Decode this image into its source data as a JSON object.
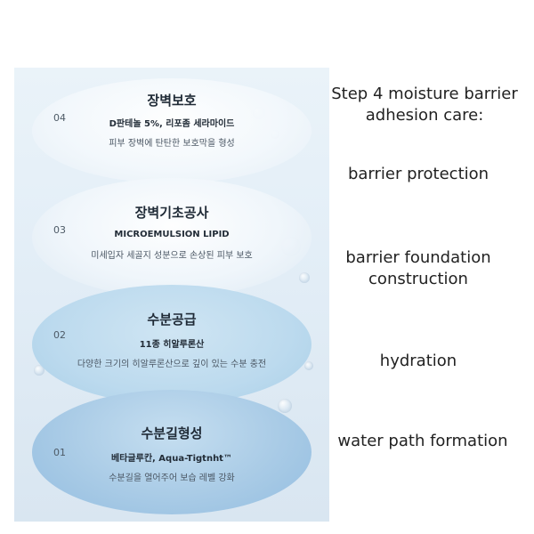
{
  "steps": [
    {
      "num": "04",
      "title": "장벽보호",
      "subtitle": "D판테놀 5%, 리포좀 세라마이드",
      "desc": "피부 장벽에 탄탄한 보호막을 형성"
    },
    {
      "num": "03",
      "title": "장벽기초공사",
      "subtitle": "MICROEMULSION LIPID",
      "desc": "미세입자 세골지 성분으로 손상된 피부 보호"
    },
    {
      "num": "02",
      "title": "수분공급",
      "subtitle": "11종 히알루론산",
      "desc": "다양한 크기의 히알루론산으로 깊이 있는 수분 충전"
    },
    {
      "num": "01",
      "title": "수분길형성",
      "subtitle": "베타글루칸, Aqua-Tigtnht™",
      "desc": "수분길을 열어주어 보습 레벨 강화"
    }
  ],
  "translations": {
    "heading_line1": "Step 4 moisture barrier",
    "heading_line2": "adhesion care:",
    "step4": "barrier protection",
    "step3_line1": "barrier foundation",
    "step3_line2": "construction",
    "step2": "hydration",
    "step1": "water path formation"
  }
}
